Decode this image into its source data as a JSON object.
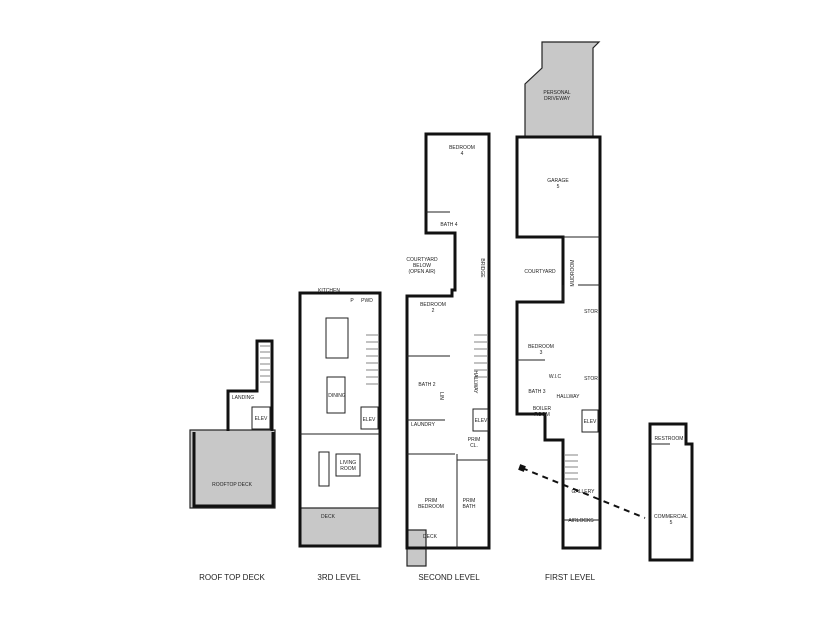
{
  "levels": {
    "roof": {
      "label": "ROOF TOP DECK",
      "rooms": {
        "landing": "LANDING",
        "elev": "ELEV",
        "deck": "ROOFTOP DECK"
      }
    },
    "third": {
      "label": "3RD LEVEL",
      "rooms": {
        "kitchen": "KITCHEN",
        "pantry": "P",
        "pwd": "PWD",
        "dining": "DINING",
        "elev": "ELEV",
        "living1": "LIVING",
        "living2": "ROOM",
        "deck": "DECK"
      }
    },
    "second": {
      "label": "SECOND LEVEL",
      "rooms": {
        "bedroom4a": "BEDROOM",
        "bedroom4b": "4",
        "bath4": "BATH 4",
        "courtyard1": "COURTYARD",
        "courtyard2": "BELOW",
        "courtyard3": "(OPEN AIR)",
        "bridge": "BRIDGE",
        "bedroom2a": "BEDROOM",
        "bedroom2b": "2",
        "bath2": "BATH 2",
        "lin": "LIN",
        "hallway": "HALLWAY",
        "laundry": "LAUNDRY",
        "elev": "ELEV",
        "primcl1": "PRIM",
        "primcl2": "CL.",
        "primbed1": "PRIM",
        "primbed2": "BEDROOM",
        "primbath1": "PRIM",
        "primbath2": "BATH",
        "deck": "DECK"
      }
    },
    "first": {
      "label": "FIRST LEVEL",
      "rooms": {
        "driveway1": "PERSONAL",
        "driveway2": "DRIVEWAY",
        "garage1": "GARAGE",
        "garage2": "5",
        "courtyard": "COURTYARD",
        "mudroom": "MUDROOM",
        "stor1": "STOR",
        "bedroom3a": "BEDROOM",
        "bedroom3b": "3",
        "wic": "W.I.C",
        "stor2": "STOR",
        "bath3": "BATH 3",
        "hallway": "HALLWAY",
        "boiler1": "BOILER",
        "boiler2": "ROOM",
        "elev": "ELEV",
        "gallery": "GALLERY",
        "airlocks": "AIRLOCKS"
      }
    },
    "commercial": {
      "rooms": {
        "restroom": "RESTROOM",
        "commercial1": "COMMERCIAL",
        "commercial2": "5"
      }
    }
  },
  "colors": {
    "wall": "#111111",
    "outdoor_fill": "#c8c8c8"
  }
}
